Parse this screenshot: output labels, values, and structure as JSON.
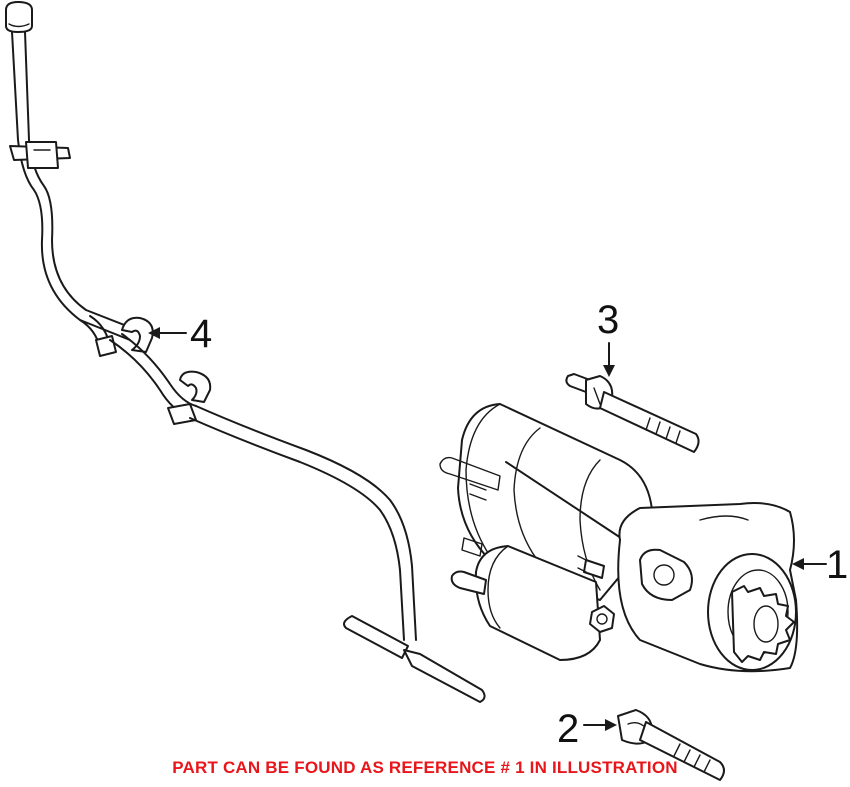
{
  "diagram": {
    "callouts": [
      {
        "id": "1",
        "label": "1",
        "part": "starter-motor"
      },
      {
        "id": "2",
        "label": "2",
        "part": "lower-bolt"
      },
      {
        "id": "3",
        "label": "3",
        "part": "upper-bolt"
      },
      {
        "id": "4",
        "label": "4",
        "part": "harness-clip"
      }
    ],
    "caption": "PART CAN BE FOUND AS REFERENCE # 1 IN ILLUSTRATION",
    "colors": {
      "linework": "#1a1a1a",
      "caption": "#e8161b",
      "background": "#ffffff"
    }
  }
}
